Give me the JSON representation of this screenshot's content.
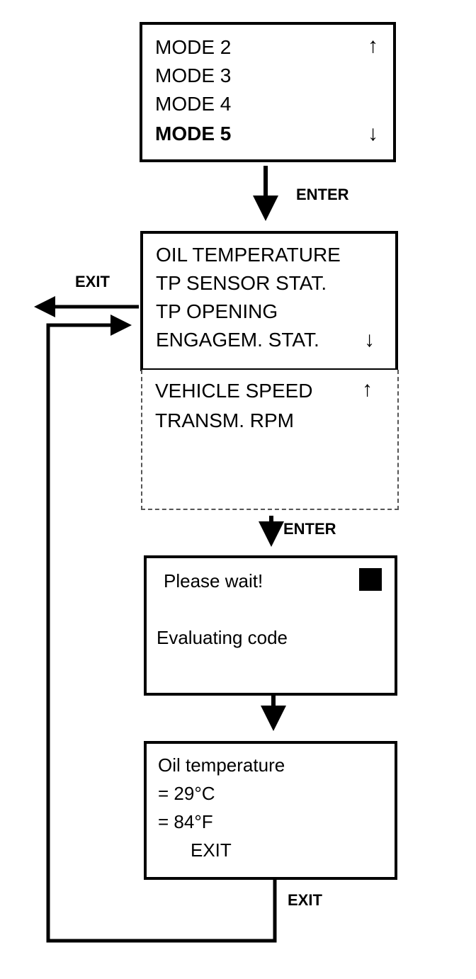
{
  "mode_menu": {
    "items": [
      "MODE 2",
      "MODE 3",
      "MODE 4",
      "MODE 5"
    ],
    "up_arrow": "↑",
    "down_arrow": "↓"
  },
  "enter_label_1": "ENTER",
  "exit_label_left": "EXIT",
  "param_menu": {
    "items": [
      "OIL TEMPERATURE",
      "TP SENSOR STAT.",
      "TP OPENING",
      "ENGAGEM. STAT."
    ],
    "down_arrow": "↓"
  },
  "param_menu_cont": {
    "items": [
      "VEHICLE SPEED",
      "TRANSM. RPM"
    ],
    "up_arrow": "↑"
  },
  "enter_label_2": "ENTER",
  "wait_screen": {
    "line1": "Please wait!",
    "line2": "Evaluating code"
  },
  "result_screen": {
    "line1": "Oil temperature",
    "line2": "= 29°C",
    "line3": "= 84°F",
    "line4": "EXIT"
  },
  "exit_label_bottom": "EXIT"
}
